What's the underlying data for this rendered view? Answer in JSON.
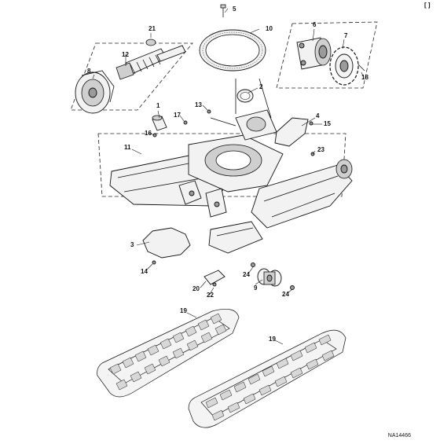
{
  "diagram": {
    "corner_mark": "[ ]",
    "drawing_id": "NA14466",
    "callouts": [
      "1",
      "2",
      "3",
      "4",
      "5",
      "6",
      "7",
      "8",
      "9",
      "10",
      "11",
      "12",
      "13",
      "14",
      "15",
      "16",
      "17",
      "18",
      "19",
      "19",
      "20",
      "21",
      "22",
      "23",
      "24",
      "24"
    ]
  }
}
